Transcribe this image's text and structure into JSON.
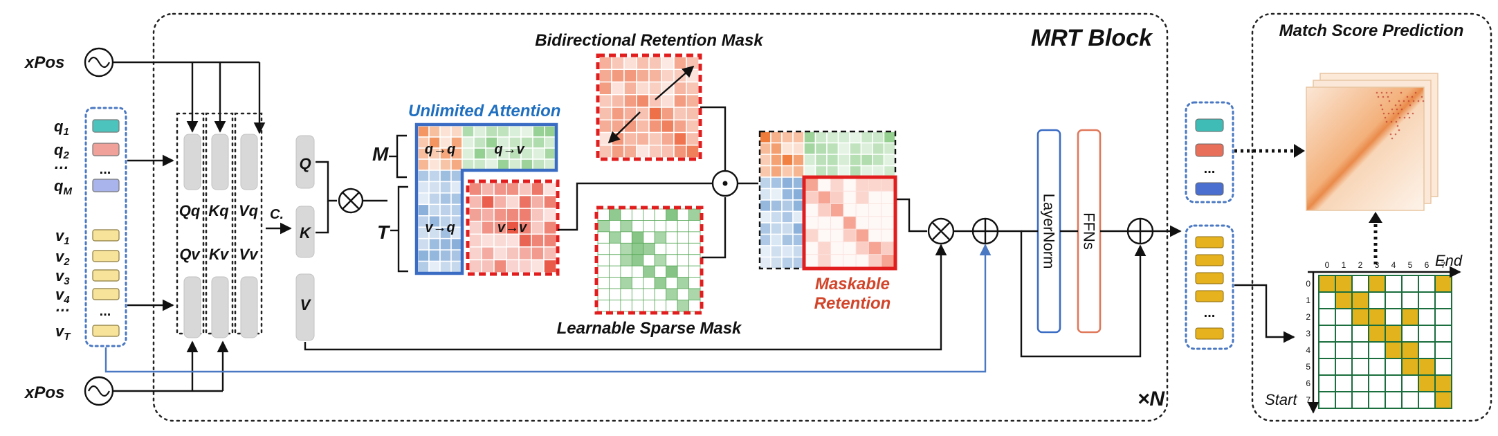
{
  "labels": {
    "mrt_block": "MRT Block",
    "repeat": "×N",
    "match_score_title": "Match Score Prediction",
    "xpos_top": "xPos",
    "xpos_bottom": "xPos",
    "concat": "C.",
    "bidirectional_mask": "Bidirectional Retention Mask",
    "unlimited_attention": "Unlimited  Attention",
    "learnable_sparse_mask": "Learnable Sparse Mask",
    "maskable_line1": "Maskable",
    "maskable_line2": "Retention",
    "layernorm": "LayerNorm",
    "ffns": "FFNs",
    "M": "M",
    "T": "T",
    "q_to_q": "q→q",
    "q_to_v": "q→v",
    "v_to_q": "v→q",
    "v_to_v": "v→v",
    "Q": "Q",
    "K": "K",
    "V": "V",
    "Qq": "Qq",
    "Kq": "Kq",
    "Vq": "Vq",
    "Qv": "Qv",
    "Kv": "Kv",
    "Vv": "Vv",
    "end": "End",
    "start": "Start"
  },
  "tokens": {
    "query": [
      {
        "base": "q",
        "sub": "1",
        "color": "#4cc4bd"
      },
      {
        "base": "q",
        "sub": "2",
        "color": "#f0a29a"
      },
      {
        "base": "…",
        "sub": "",
        "color": ""
      },
      {
        "base": "q",
        "sub": "M",
        "color": "#a9b4ec"
      }
    ],
    "video": [
      {
        "base": "v",
        "sub": "1"
      },
      {
        "base": "v",
        "sub": "2"
      },
      {
        "base": "v",
        "sub": "3"
      },
      {
        "base": "v",
        "sub": "4"
      },
      {
        "base": "…",
        "sub": ""
      },
      {
        "base": "v",
        "sub": "T"
      }
    ],
    "video_color": "#f7e39a",
    "dots": "...",
    "vdots": "..."
  },
  "output_tokens": {
    "query_colors": [
      "#3fbcb6",
      "#e8705a",
      "#4a6fd0"
    ],
    "video_color": "#e6b31e",
    "dots": "..."
  },
  "grid_matrix": {
    "ticks": [
      "0",
      "1",
      "2",
      "3",
      "4",
      "5",
      "6",
      "7"
    ],
    "fill_color": "#e3b31d",
    "line_color": "#1b6e3e",
    "filled": [
      [
        0,
        0
      ],
      [
        0,
        1
      ],
      [
        0,
        3
      ],
      [
        0,
        7
      ],
      [
        1,
        1
      ],
      [
        1,
        2
      ],
      [
        2,
        2
      ],
      [
        2,
        3
      ],
      [
        2,
        5
      ],
      [
        3,
        3
      ],
      [
        3,
        4
      ],
      [
        4,
        4
      ],
      [
        4,
        5
      ],
      [
        5,
        5
      ],
      [
        5,
        6
      ],
      [
        6,
        6
      ],
      [
        6,
        7
      ],
      [
        7,
        7
      ]
    ]
  },
  "colors": {
    "blue_box": "#3a6cc4",
    "red_box": "#e11d1d",
    "orange": "#f07b3a",
    "green": "#6fbf6a",
    "layernorm": "#3a6cc4",
    "ffns": "#e0785a"
  }
}
